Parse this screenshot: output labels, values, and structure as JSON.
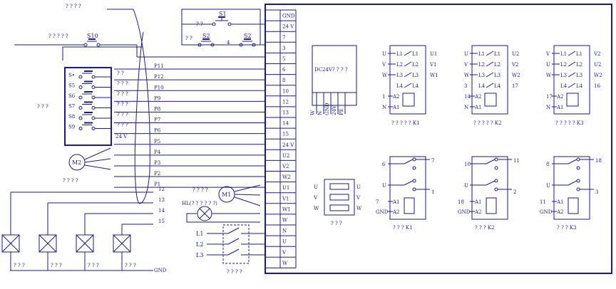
{
  "colors": {
    "ink": "#1a1a8c",
    "background": "#ffffff"
  },
  "top_left_note": "? ? ? ?",
  "switches": {
    "s1": "S1",
    "s2_left": "S2",
    "s2_right": "S2",
    "s10": "S10",
    "s2_mid": "4",
    "s1_note": "? ?",
    "s2_note": "? ?",
    "s10_note": "? ? ? ? ?"
  },
  "keypad": {
    "note": "? ? ?",
    "labels": [
      "S•",
      "S5",
      "S6",
      "S7",
      "S8",
      "S9"
    ],
    "notes": [
      "? ?",
      "? ? ?",
      "? ? ?",
      "? ? ?",
      "? ? ?",
      "? ? ?"
    ],
    "voltage": "24 V"
  },
  "motor_m2": {
    "label": "M2",
    "note": "? ? ? ?"
  },
  "motor_m1": {
    "label": "M1",
    "note": "? ? ? ?"
  },
  "lamp": {
    "label": "HL(? ? ? ? ? ?)"
  },
  "power_inputs": [
    "L1",
    "L2",
    "L3"
  ],
  "power_switch_note": "? ? ? ?",
  "ports": [
    "P12",
    "P11",
    "P10",
    "P9",
    "P8",
    "P7",
    "P6",
    "P5",
    "P4",
    "P3",
    "P2",
    "P1"
  ],
  "terminal_labels": [
    "GND",
    "24 V",
    "7",
    "3",
    "5",
    "6",
    "8",
    "10",
    "12",
    "13",
    "14",
    "15",
    "24 V",
    "U2",
    "V2",
    "W2",
    "U1",
    "V1",
    "W1",
    "W",
    "N",
    "U",
    "V",
    "W"
  ],
  "valves": {
    "lines": [
      "12",
      "13",
      "14",
      "15"
    ],
    "notes": [
      "? ? ?",
      "? ? ?",
      "? ? ?",
      "? ? ?"
    ],
    "gnd": "GND"
  },
  "power_supply": {
    "title": "DC24V? ? ? ?",
    "pins": [
      "W",
      "N",
      "GND",
      "24V",
      "PE"
    ]
  },
  "contactors": [
    {
      "caption": "? ? ? ? ? K1",
      "in": [
        "U",
        "V",
        "W"
      ],
      "out": [
        "U1",
        "V1",
        "W1"
      ],
      "poles": [
        [
          "L1",
          "L1"
        ],
        [
          "L2",
          "L2"
        ],
        [
          "L3",
          "L3"
        ]
      ],
      "aux": [
        "L4",
        "L4"
      ],
      "coil_in": [
        "1",
        "N"
      ],
      "coil": [
        "A2",
        "A1"
      ],
      "aux_left": "",
      "aux_right": ""
    },
    {
      "caption": "? ? ? ? ? K2",
      "in": [
        "U",
        "V",
        "W"
      ],
      "out": [
        "U2",
        "V2",
        "W2"
      ],
      "poles": [
        [
          "L1",
          "L1"
        ],
        [
          "L2",
          "L2"
        ],
        [
          "L3",
          "L3"
        ]
      ],
      "aux": [
        "L4",
        "L4"
      ],
      "coil_in": [
        "14",
        "N"
      ],
      "coil": [
        "A2",
        "A1"
      ],
      "aux_left": "3",
      "aux_right": "17"
    },
    {
      "caption": "? ? ? ? ? K3",
      "in": [
        "V",
        "U",
        "W"
      ],
      "out": [
        "V2",
        "U2",
        "W2"
      ],
      "poles": [
        [
          "L1",
          "L1"
        ],
        [
          "L2",
          "L2"
        ],
        [
          "L3",
          "L3"
        ]
      ],
      "aux": [
        "L4",
        "L4"
      ],
      "coil_in": [
        "17",
        "N"
      ],
      "coil": [
        "A2",
        "A1"
      ],
      "aux_left": "",
      "aux_right": "16"
    }
  ],
  "fuse_block": {
    "in": [
      "U",
      "V",
      "W"
    ],
    "out": [
      "U",
      "V",
      "W"
    ],
    "caption": "? ? ?"
  },
  "relays": [
    {
      "caption": "? ? ? K1",
      "left": [
        "6",
        "U",
        "7",
        "GND"
      ],
      "right": [
        "7",
        "",
        "1"
      ],
      "coil": [
        "A1",
        "A2"
      ]
    },
    {
      "caption": "? ? ? K2",
      "left": [
        "10",
        "U",
        "18",
        "GND"
      ],
      "right": [
        "11",
        "",
        "2"
      ],
      "coil": [
        "A1",
        "A2"
      ]
    },
    {
      "caption": "? ? ? K3",
      "left": [
        "8",
        "U",
        "11",
        "GND"
      ],
      "right": [
        "18",
        "",
        "3"
      ],
      "coil": [
        "A1",
        "A2"
      ]
    }
  ]
}
